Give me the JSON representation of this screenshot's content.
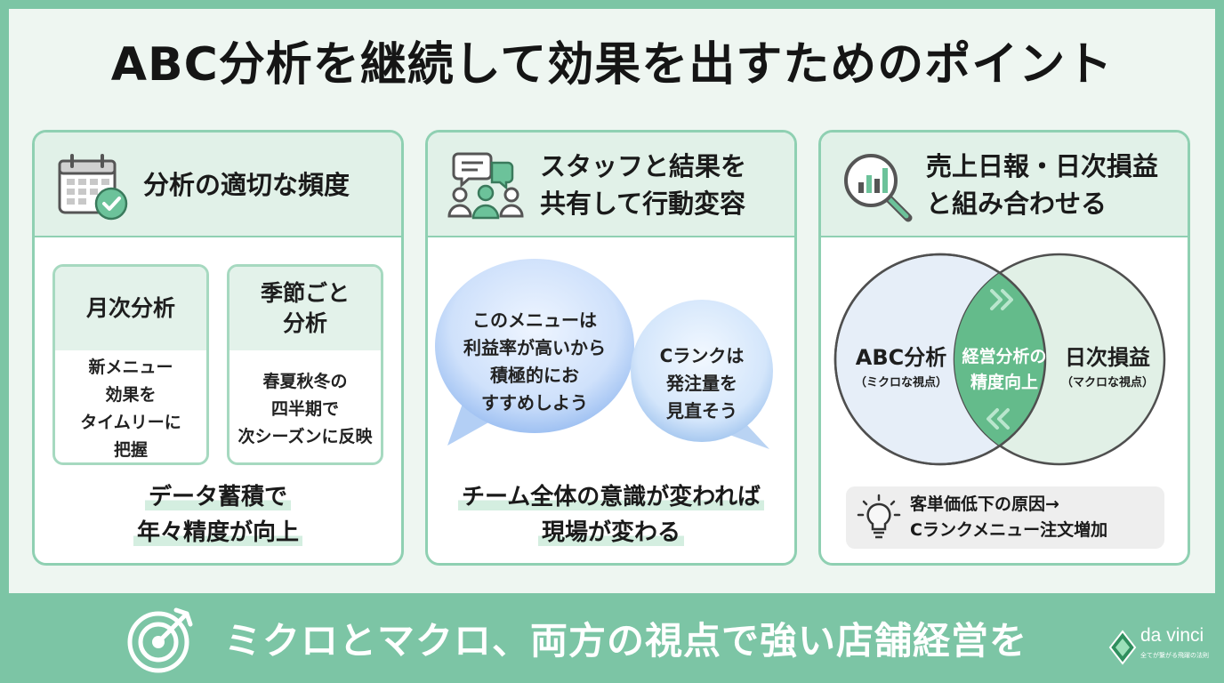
{
  "title": "ABC分析を継続して効果を出すためのポイント",
  "colors": {
    "accent": "#7cc5a5",
    "accent_dark": "#3a9a73",
    "panel_bg": "#eef6f1",
    "card_border": "#8fd0b2"
  },
  "cards": [
    {
      "icon": "calendar-check-icon",
      "title": "分析の適切な頻度",
      "items": [
        {
          "heading": "月次分析",
          "body": "新メニュー\n効果を\nタイムリーに\n把握"
        },
        {
          "heading": "季節ごと\n分析",
          "body": "春夏秋冬の\n四半期で\n次シーズンに反映"
        }
      ],
      "footer_line1": "データ蓄積で",
      "footer_line2": "年々精度が向上"
    },
    {
      "icon": "team-chat-icon",
      "title_line1": "スタッフと結果を",
      "title_line2": "共有して行動変容",
      "bubbles": [
        "このメニューは\n利益率が高いから\n積極的にお\nすすめしよう",
        "Cランクは\n発注量を\n見直そう"
      ],
      "footer_line1": "チーム全体の意識が変われば",
      "footer_line2": "現場が変わる"
    },
    {
      "icon": "magnifier-chart-icon",
      "title_line1": "売上日報・日次損益",
      "title_line2": "と組み合わせる",
      "venn": {
        "left_title": "ABC分析",
        "left_sub": "（ミクロな視点）",
        "center_line1": "経営分析の",
        "center_line2": "精度向上",
        "right_title": "日次損益",
        "right_sub": "（マクロな視点）"
      },
      "tip_icon": "lightbulb-icon",
      "tip_text": "客単価低下の原因→\nCランクメニュー注文増加"
    }
  ],
  "banner": {
    "icon": "target-icon",
    "text": "ミクロとマクロ、両方の視点で強い店舗経営を"
  },
  "logo": {
    "name": "da vinci",
    "tagline": "全てが繋がる飛躍の法則"
  }
}
